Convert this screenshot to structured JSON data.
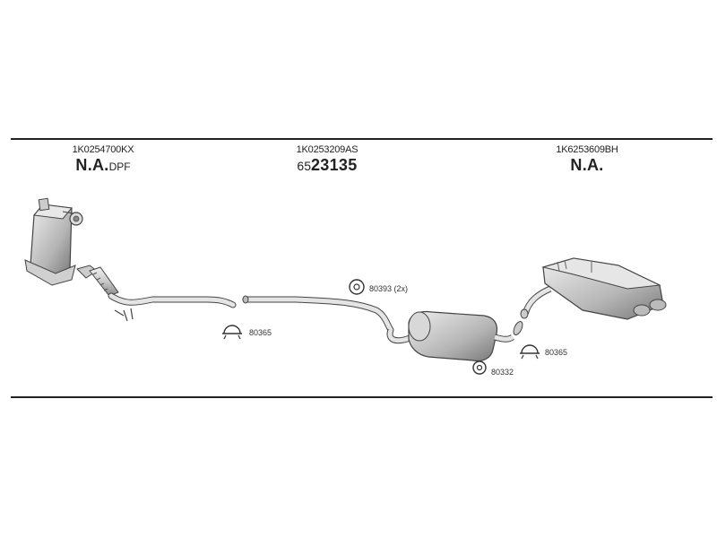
{
  "sections": [
    {
      "part_code": "1K0254700KX",
      "name": "N.A.",
      "suffix": "DPF",
      "prefix": ""
    },
    {
      "part_code": "1K0253209AS",
      "name": "23135",
      "suffix": "",
      "prefix": "65"
    },
    {
      "part_code": "1K6253609BH",
      "name": "N.A.",
      "suffix": "",
      "prefix": ""
    }
  ],
  "callouts": [
    {
      "number": "80365"
    },
    {
      "number": "80393 (2x)"
    },
    {
      "number": "80332"
    },
    {
      "number": "80365"
    }
  ],
  "parts": {
    "dpf": "diesel-particulate-filter",
    "front_pipe": "front-pipe",
    "middle_muffler": "middle-silencer",
    "rear_muffler": "rear-silencer"
  }
}
